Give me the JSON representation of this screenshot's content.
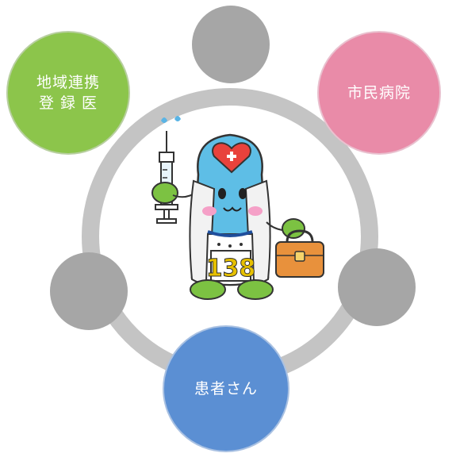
{
  "diagram": {
    "nodes": {
      "registered_doctor": {
        "label": "地域連携\n登 録 医",
        "color": "#8cc54b"
      },
      "city_hospital": {
        "label": "市民病院",
        "color": "#e98ba8"
      },
      "patient": {
        "label": "患者さん",
        "color": "#5b8fd3"
      }
    },
    "connector_color": "#a6a6a6",
    "ring_color": "#c4c4c4",
    "mascot": {
      "number": "138",
      "icon": "nurse-mascot-icon"
    }
  }
}
